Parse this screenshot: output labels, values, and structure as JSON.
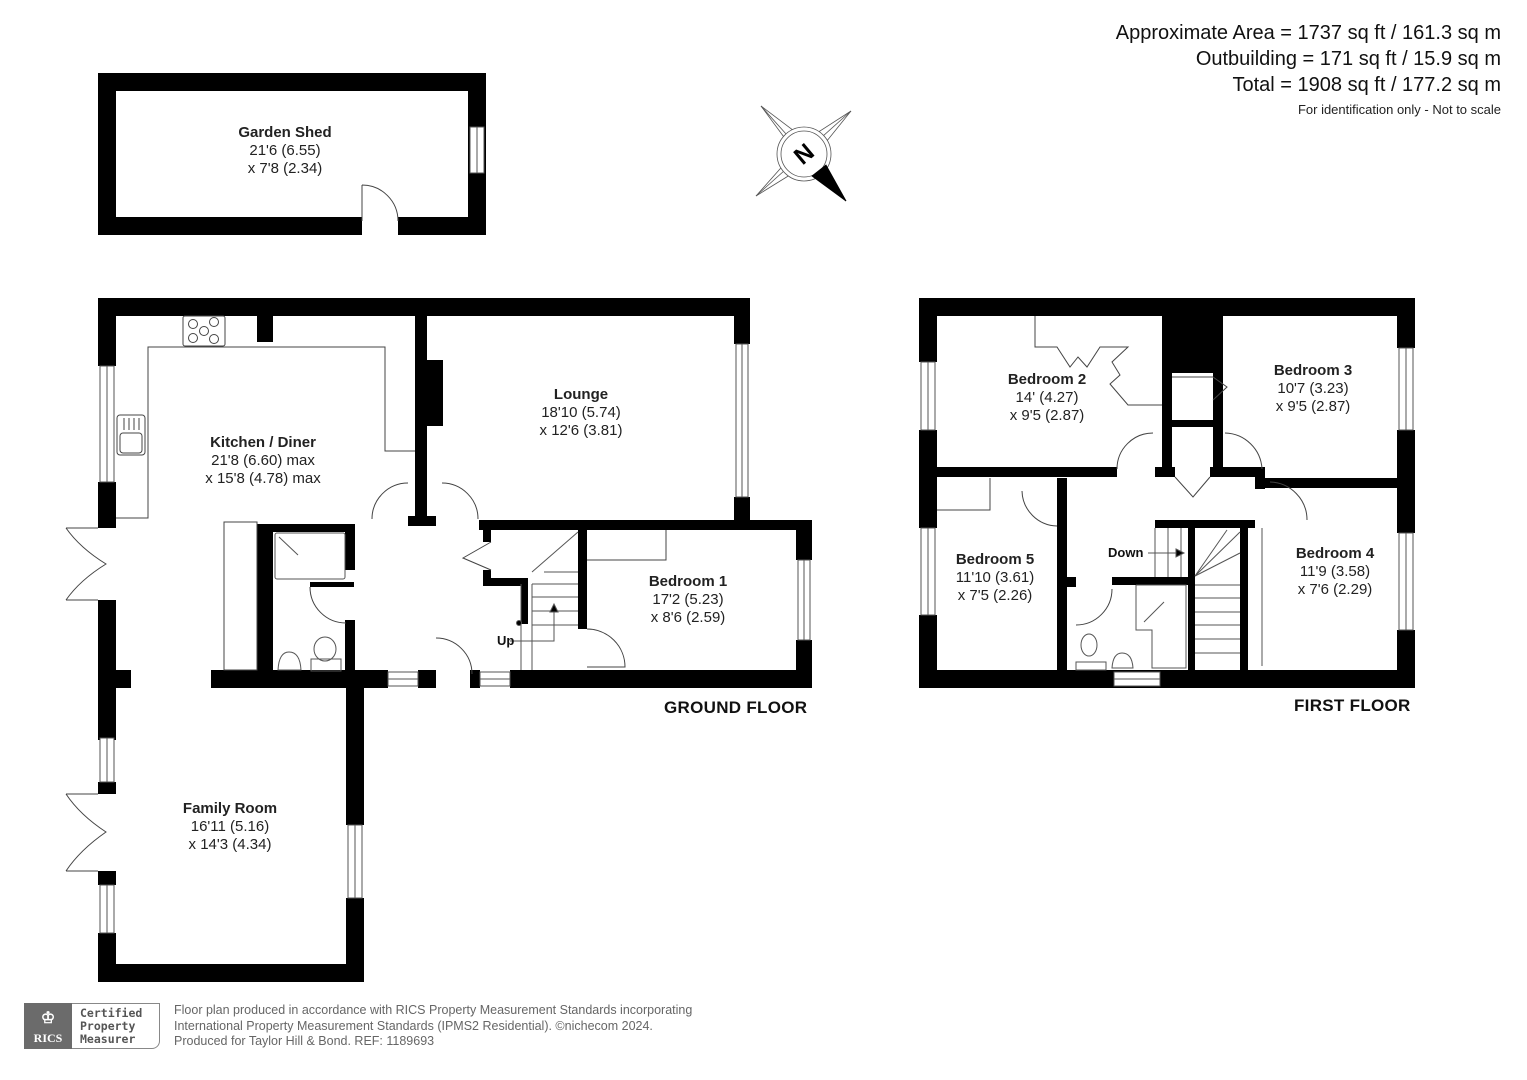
{
  "area_summary": {
    "approximate_area": "Approximate Area = 1737 sq ft / 161.3 sq m",
    "outbuilding": "Outbuilding = 171 sq ft / 15.9 sq m",
    "total": "Total = 1908 sq ft / 177.2 sq m",
    "note": "For identification only - Not to scale"
  },
  "compass": {
    "icon": "north-compass-icon",
    "letter": "N"
  },
  "outbuilding": {
    "rooms": [
      {
        "name": "Garden Shed",
        "dim1": "21'6 (6.55)",
        "dim2": "x 7'8 (2.34)"
      }
    ]
  },
  "ground_floor": {
    "label": "GROUND FLOOR",
    "stairs_label": "Up",
    "rooms": [
      {
        "name": "Kitchen / Diner",
        "dim1": "21'8 (6.60) max",
        "dim2": "x 15'8 (4.78) max"
      },
      {
        "name": "Lounge",
        "dim1": "18'10 (5.74)",
        "dim2": "x 12'6 (3.81)"
      },
      {
        "name": "Bedroom 1",
        "dim1": "17'2 (5.23)",
        "dim2": "x 8'6 (2.59)"
      },
      {
        "name": "Family Room",
        "dim1": "16'11 (5.16)",
        "dim2": "x 14'3 (4.34)"
      }
    ]
  },
  "first_floor": {
    "label": "FIRST FLOOR",
    "stairs_label": "Down",
    "rooms": [
      {
        "name": "Bedroom 2",
        "dim1": "14' (4.27)",
        "dim2": "x 9'5 (2.87)"
      },
      {
        "name": "Bedroom 3",
        "dim1": "10'7 (3.23)",
        "dim2": "x 9'5 (2.87)"
      },
      {
        "name": "Bedroom 5",
        "dim1": "11'10 (3.61)",
        "dim2": "x 7'5 (2.26)"
      },
      {
        "name": "Bedroom 4",
        "dim1": "11'9 (3.58)",
        "dim2": "x 7'6 (2.29)"
      }
    ]
  },
  "footer": {
    "rics_logo_text": "RICS",
    "badge_line1": "Certified",
    "badge_line2": "Property",
    "badge_line3": "Measurer",
    "line1": "Floor plan produced in accordance with RICS Property Measurement Standards incorporating",
    "line2": "International Property Measurement Standards (IPMS2 Residential).  ©nichecom 2024.",
    "line3": "Produced for Taylor Hill & Bond.   REF: 1189693"
  },
  "colors": {
    "wall": "#000000",
    "line": "#444444",
    "background": "#ffffff",
    "logo_grey": "#6b6b6b"
  }
}
